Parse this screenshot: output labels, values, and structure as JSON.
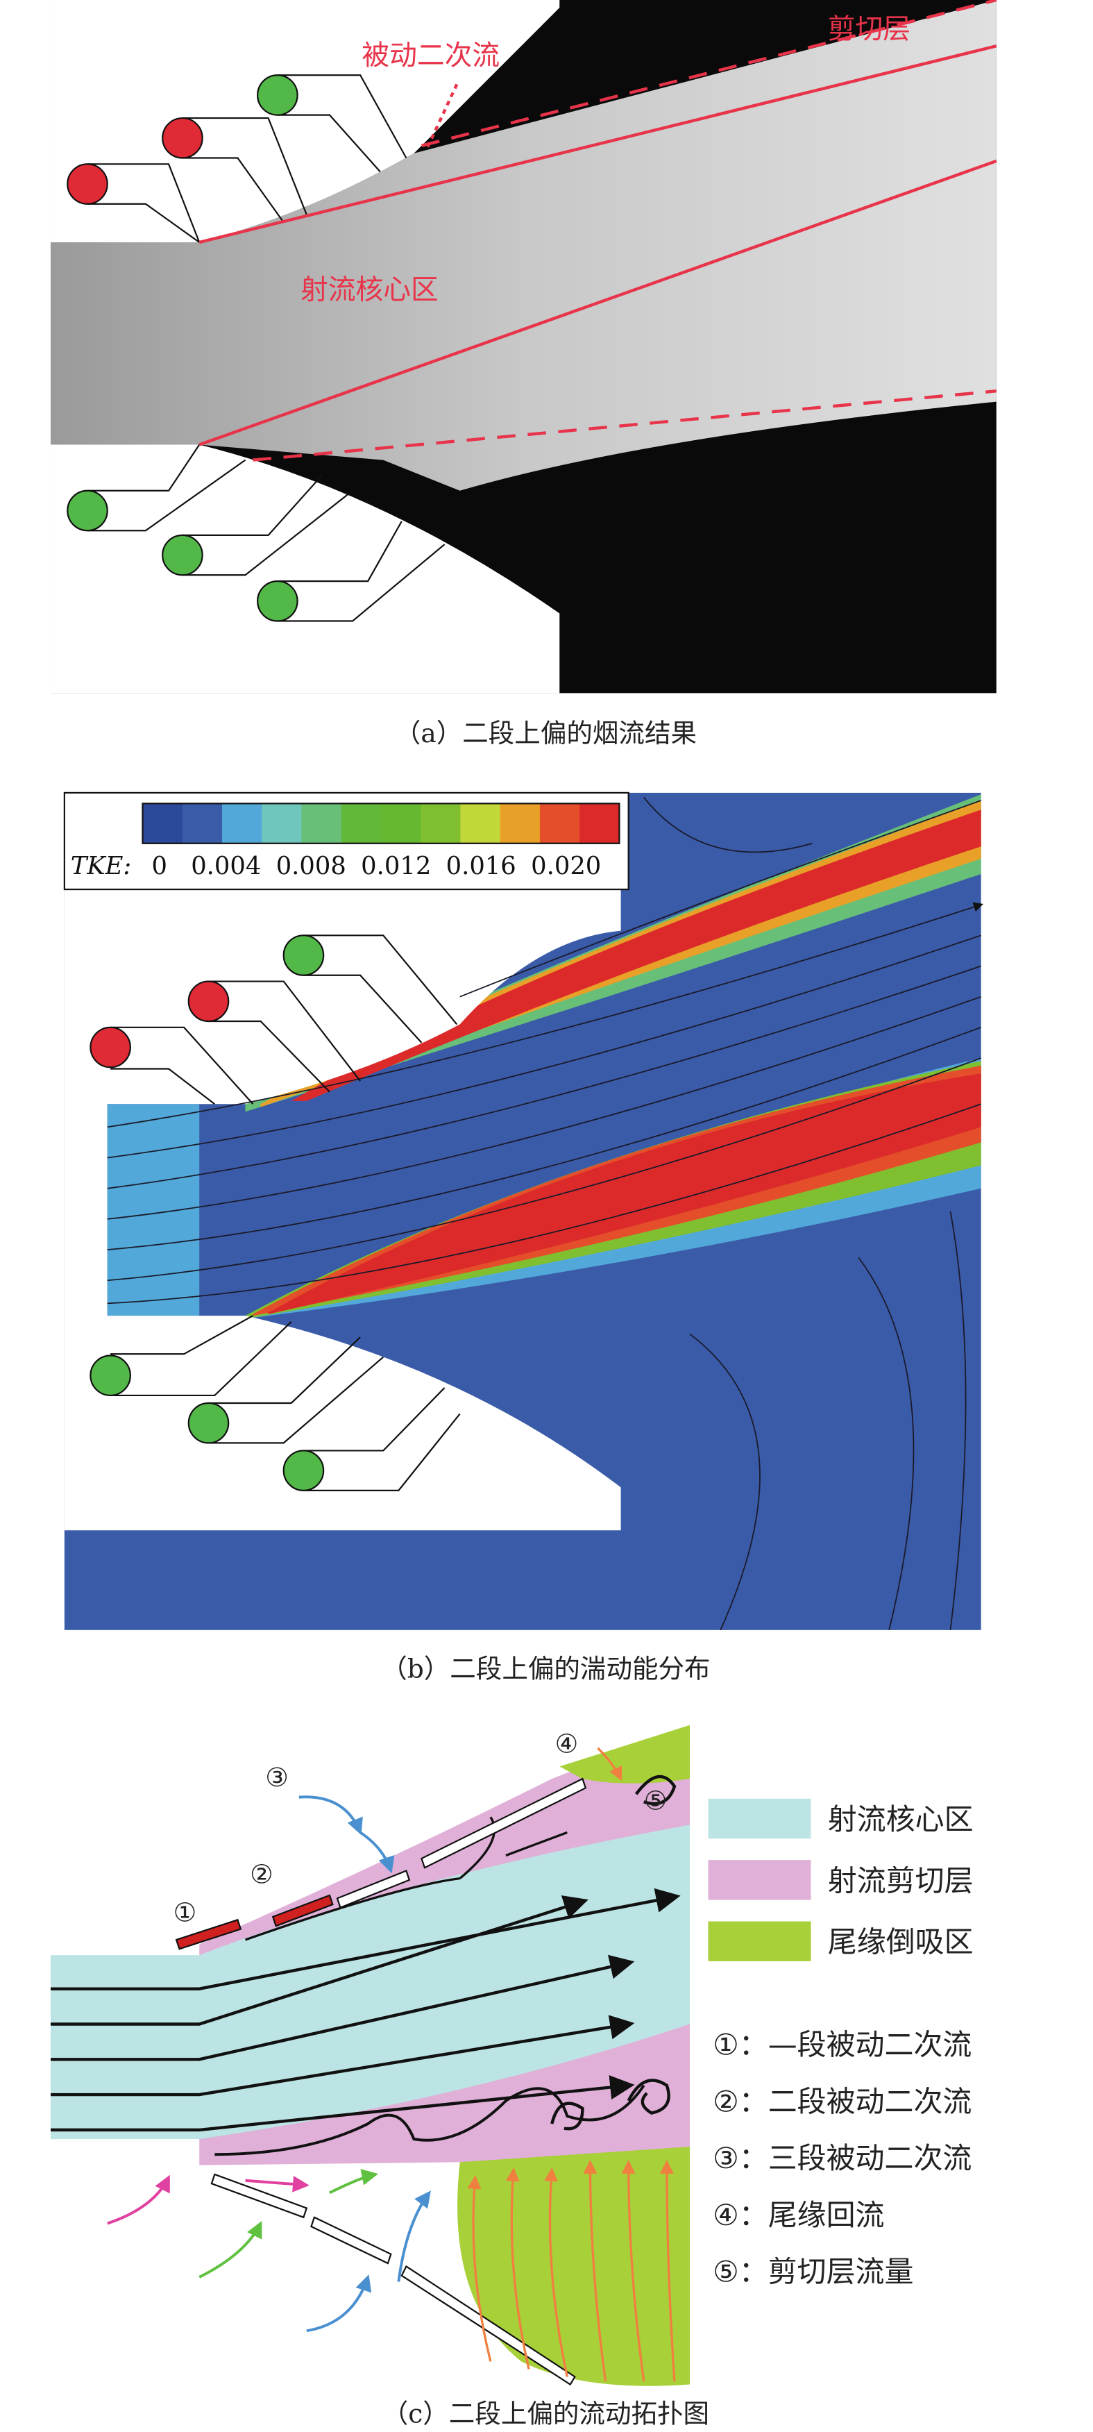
{
  "panel_a": {
    "labels": {
      "secondary_flow": "被动二次流",
      "shear_layer": "剪切层",
      "jet_core": "射流核心区"
    },
    "caption": "（a）二段上偏的烟流结果",
    "valve_colors": {
      "open": "#e02a36",
      "closed": "#52b848"
    }
  },
  "panel_b": {
    "colorbar": {
      "variable": "TKE:",
      "ticks": [
        "0",
        "0.004",
        "0.008",
        "0.012",
        "0.016",
        "0.020"
      ],
      "range": [
        0,
        0.022
      ],
      "colors": [
        "#2c4a9c",
        "#3a5ba8",
        "#52a8d8",
        "#6ec6bc",
        "#68c078",
        "#62b838",
        "#66b830",
        "#80c030",
        "#c2d83a",
        "#e8a028",
        "#e44e2a",
        "#dc2a2a"
      ]
    },
    "caption": "（b）二段上偏的湍动能分布"
  },
  "panel_c": {
    "markers": [
      "①",
      "②",
      "③",
      "④",
      "⑤"
    ],
    "legend": [
      {
        "label": "射流核心区",
        "color": "#bde4e4"
      },
      {
        "label": "射流剪切层",
        "color": "#e0b0d8"
      },
      {
        "label": "尾缘倒吸区",
        "color": "#a8d038"
      }
    ],
    "notes": [
      "①：—段被动二次流",
      "②：二段被动二次流",
      "③：三段被动二次流",
      "④：尾缘回流",
      "⑤：剪切层流量"
    ],
    "caption": "（c）二段上偏的流动拓扑图"
  }
}
